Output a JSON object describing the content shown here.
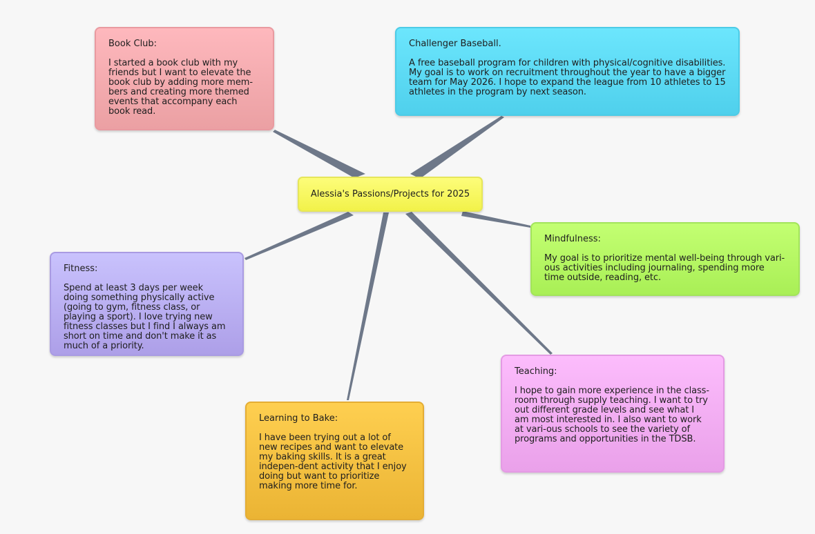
{
  "colors": {
    "background": "#f7f7f7",
    "connector": "#6e7889",
    "center": "#f7f765",
    "book_club": "#f6adb1",
    "baseball": "#5edcf6",
    "mindfulness": "#b6f864",
    "fitness": "#bab0f2",
    "baking": "#f6c142",
    "teaching": "#f4aff4"
  },
  "center": {
    "label": "Alessia's Passions/Projects for 2025"
  },
  "nodes": {
    "book_club": {
      "title": "Book Club:",
      "body": "I started a book club with my friends but I want to elevate the book club by adding more mem-bers and creating more themed events that accompany each book read."
    },
    "baseball": {
      "title": "Challenger Baseball.",
      "body": "A free baseball program for children with physical/cognitive disabilities. My goal is to work on recruitment throughout the year to have a bigger team for May 2026. I hope to expand the league from 10 athletes to 15 athletes in the program by next season."
    },
    "mindfulness": {
      "title": "Mindfulness:",
      "body": "My goal is to prioritize mental well-being through vari-ous activities including journaling, spending more time outside, reading, etc."
    },
    "fitness": {
      "title": "Fitness:",
      "body": "Spend at least 3 days per week doing something physically active (going to gym, fitness class, or playing a sport). I love trying new fitness classes but I find I always am short on time and don't make it as much of a priority."
    },
    "baking": {
      "title": "Learning to Bake:",
      "body": "I have been trying out a lot of new recipes and want to elevate my baking skills. It is a great indepen-dent activity that I enjoy doing but want to prioritize making more time for."
    },
    "teaching": {
      "title": "Teaching:",
      "body": "I hope to gain more experience in the class-room through supply teaching. I want to try out different grade levels and see what I am most interested in. I also want to work at vari-ous schools to see the variety of programs and opportunities in the TDSB."
    }
  }
}
